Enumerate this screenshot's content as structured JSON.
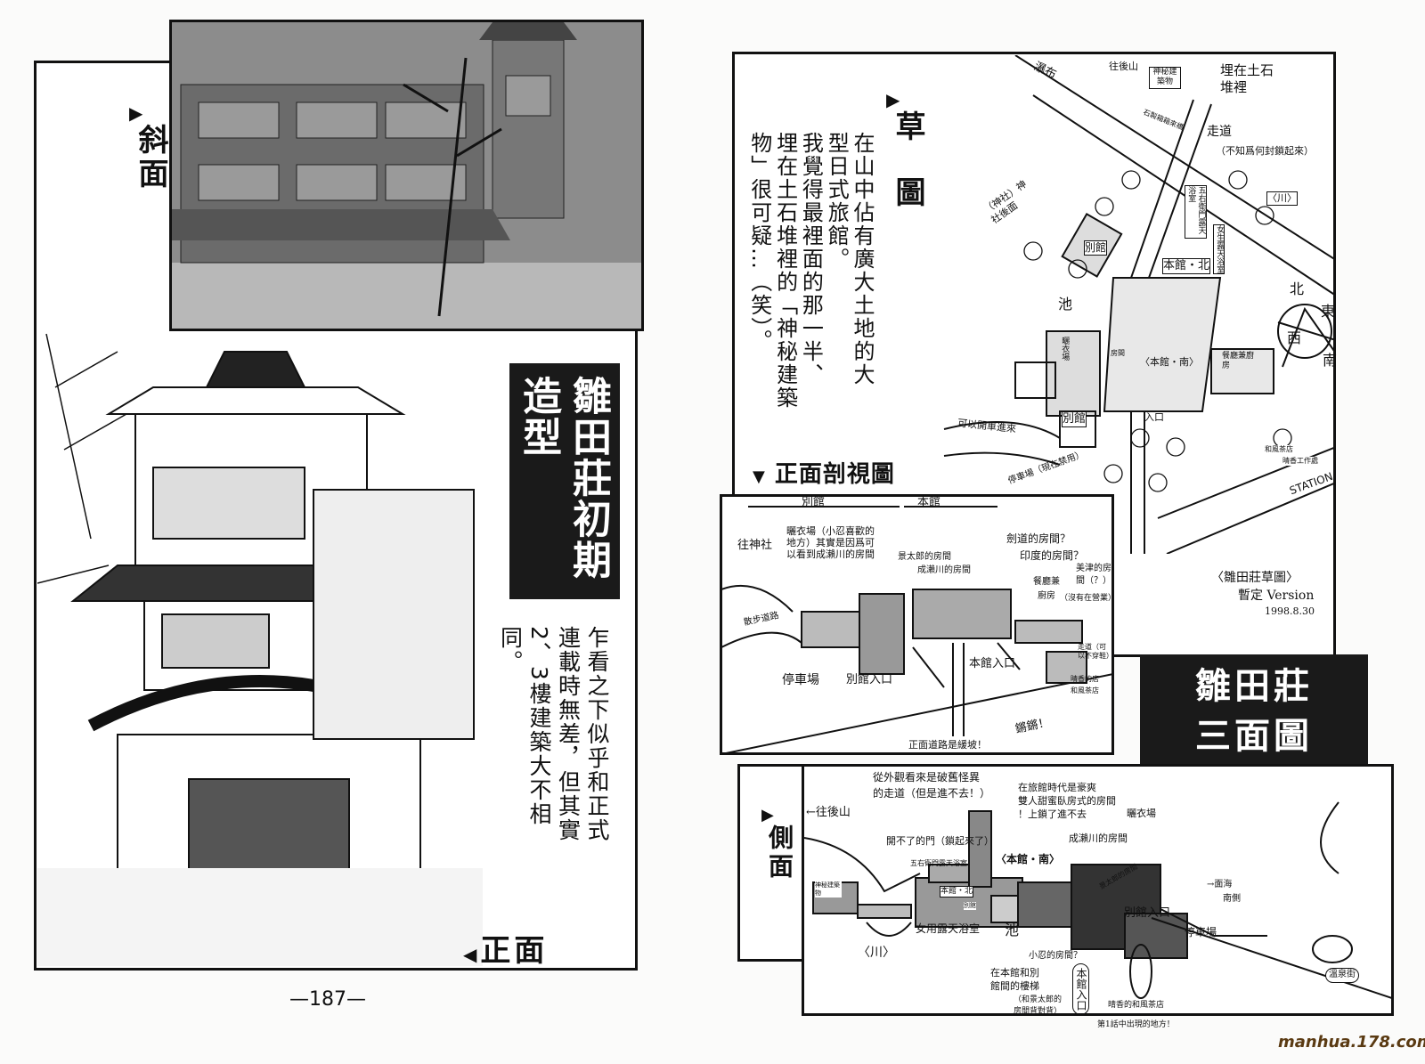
{
  "left_page": {
    "side_view_label": "斜面",
    "title": "雛田莊初期造型",
    "caption_lines": [
      "乍看之下似乎和正式",
      "連載時無差，但其實",
      "2、3樓建築大不相",
      "同。"
    ],
    "front_view_label": "正面",
    "page_number": "—187—"
  },
  "right_page": {
    "sketch_label": "草圖",
    "sketch_text_lines": [
      "在山中佔有廣大土地的大",
      "型日式旅館。",
      "我覺得最裡面的那一半、",
      "埋在土石堆裡的「神秘建築",
      "物」很可疑…（笑）。"
    ],
    "map_labels": [
      "瀑布",
      "往後山",
      "神秘建築物",
      "埋在土石堆裡",
      "石製箱箱來橋",
      "走道",
      "（不知爲何封鎖起來）",
      "（神社）神社後面",
      "五右衛門露天浴室",
      "女生露天浴室",
      "〈川〉",
      "別館",
      "本館・北",
      "池",
      "北",
      "東",
      "西",
      "南",
      "曬衣場",
      "房間",
      "〈本館・南〉",
      "餐廳兼廚房",
      "入口",
      "別館",
      "可以開車進來",
      "停車場（現在禁用）",
      "和風茶店",
      "晴香工作處",
      "STATION"
    ],
    "sketch_caption": "〈雛田莊草圖〉",
    "sketch_version": "暫定 Version",
    "sketch_date": "1998.8.30",
    "section_title": "正面剖視圖",
    "section_labels": [
      "別館",
      "本館",
      "往神社",
      "曬衣場（小忍喜歡的",
      "地方）其實是因爲可",
      "以看到成瀨川的房間",
      "景太郎的房間",
      "成瀨川的房間",
      "劍道的房間？",
      "印度的房間？",
      "美津的房",
      "間（？）",
      "餐廳兼",
      "廚房",
      "（沒有在營業）",
      "散步道路",
      "停車場",
      "別館入口",
      "本館入口",
      "走道（可以不穿鞋）",
      "晴香的店",
      "和風茶店",
      "鏘鏘！",
      "正面道路是緩坡！"
    ],
    "three_view_title": [
      "雛田莊",
      "三面圖"
    ],
    "side_label": "側面",
    "side_labels": [
      "←往後山",
      "從外觀看來是破舊怪異",
      "的走道（但是進不去！）",
      "開不了的門（鎖起來了）",
      "五右衛門露天浴室",
      "神秘建築物",
      "本館・北",
      "別館",
      "女用露天浴室",
      "〈川〉",
      "池",
      "在旅館時代是豪爽",
      "雙人甜蜜臥房式的房間",
      "！上鎖了進不去",
      "〈本館・南〉",
      "成瀨川的房間",
      "曬衣場",
      "景太郎的房間",
      "→面海",
      "南側",
      "別館入口",
      "停車場",
      "小忍的房間？",
      "在本館和別",
      "館間的樓梯",
      "（和景太郎的",
      "房間背對背）",
      "本館入口",
      "晴香的和風茶店",
      "第1話中出現的地方！",
      "溫泉街"
    ],
    "watermark": "manhua.178.com"
  }
}
